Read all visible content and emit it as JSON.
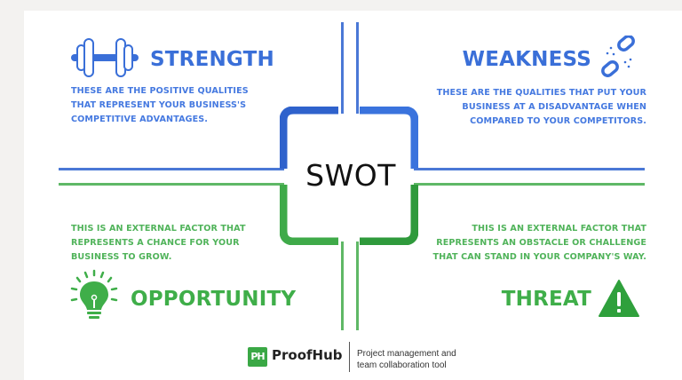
{
  "diagram": {
    "center_label": "SWOT",
    "colors": {
      "blue": "#3a6fd8",
      "green": "#3fae49",
      "background": "#f3f2f0",
      "card": "#ffffff"
    },
    "quadrants": {
      "strength": {
        "title": "STRENGTH",
        "icon": "dumbbell-icon",
        "lines": [
          "THESE ARE THE POSITIVE QUALITIES",
          "THAT REPRESENT YOUR BUSINESS'S",
          "COMPETITIVE ADVANTAGES."
        ]
      },
      "weakness": {
        "title": "WEAKNESS",
        "icon": "broken-chain-icon",
        "lines": [
          "THESE ARE THE QUALITIES THAT PUT YOUR",
          "BUSINESS AT A DISADVANTAGE WHEN",
          "COMPARED TO YOUR COMPETITORS."
        ]
      },
      "opportunity": {
        "title": "OPPORTUNITY",
        "icon": "lightbulb-icon",
        "lines": [
          "THIS IS AN EXTERNAL FACTOR THAT",
          "REPRESENTS A CHANCE FOR YOUR",
          "BUSINESS TO GROW."
        ]
      },
      "threat": {
        "title": "THREAT",
        "icon": "warning-triangle-icon",
        "lines": [
          "THIS IS AN EXTERNAL FACTOR THAT",
          "REPRESENTS AN OBSTACLE OR CHALLENGE",
          "THAT CAN STAND IN YOUR COMPANY'S WAY."
        ]
      }
    }
  },
  "footer": {
    "logo_text": "PH",
    "brand": "ProofHub",
    "tagline_line1": "Project management and",
    "tagline_line2": "team collaboration tool"
  }
}
